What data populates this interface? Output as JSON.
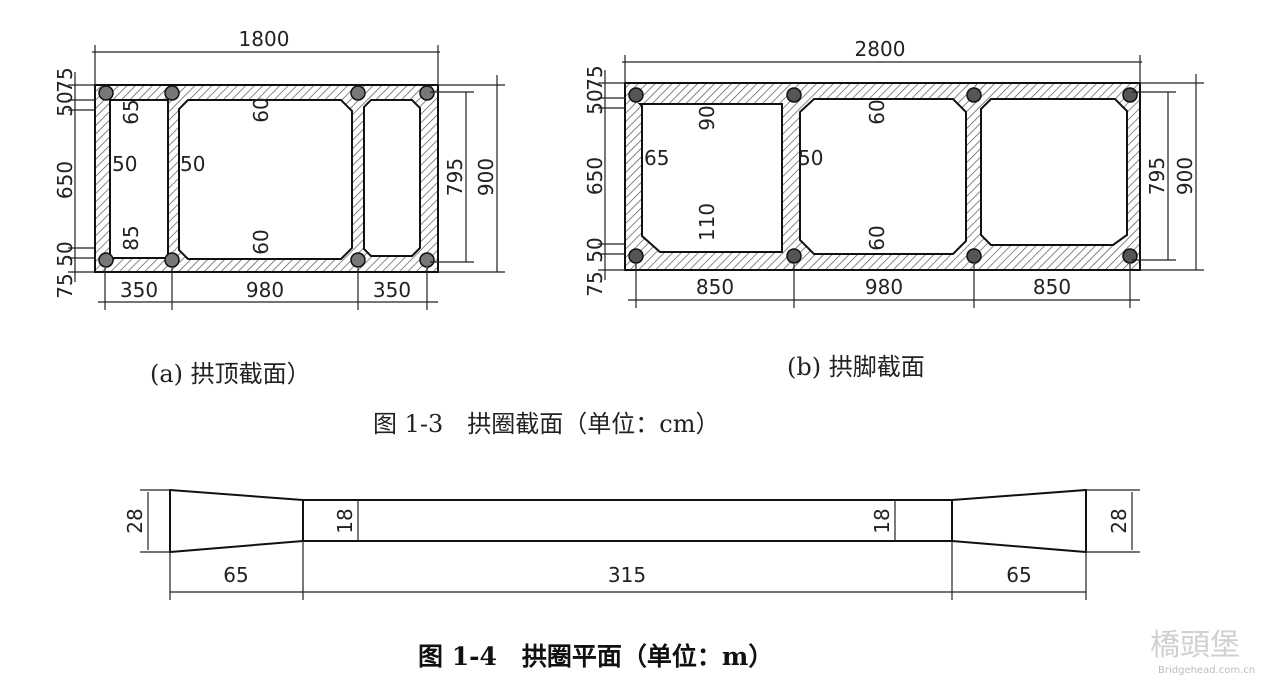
{
  "figure_1_3": {
    "caption": "图 1-3　拱圈截面（单位：cm）",
    "section_a": {
      "label": "(a) 拱顶截面）",
      "width": "1800",
      "height_total": "900",
      "height_inner": "795",
      "left_heights": [
        "75",
        "50",
        "650",
        "50",
        "75"
      ],
      "bottom": [
        "350",
        "980",
        "350"
      ],
      "thicknesses": [
        "65",
        "60",
        "50",
        "50",
        "85",
        "60"
      ]
    },
    "section_b": {
      "label": "(b) 拱脚截面",
      "width": "2800",
      "height_total": "900",
      "height_inner": "795",
      "left_heights": [
        "75",
        "50",
        "650",
        "50",
        "75"
      ],
      "bottom": [
        "850",
        "980",
        "850"
      ],
      "thicknesses": [
        "90",
        "60",
        "65",
        "50",
        "110",
        "60"
      ]
    }
  },
  "figure_1_4": {
    "caption": "图 1-4　拱圈平面（单位：m）",
    "width_end": "28",
    "width_mid": "18",
    "lengths": [
      "65",
      "315",
      "65"
    ]
  },
  "watermark": {
    "logo": "橋頭堡",
    "url": "Bridgehead.com.cn"
  },
  "colors": {
    "ink": "#222222",
    "hatch": "#444444",
    "rebar": "#555555"
  }
}
